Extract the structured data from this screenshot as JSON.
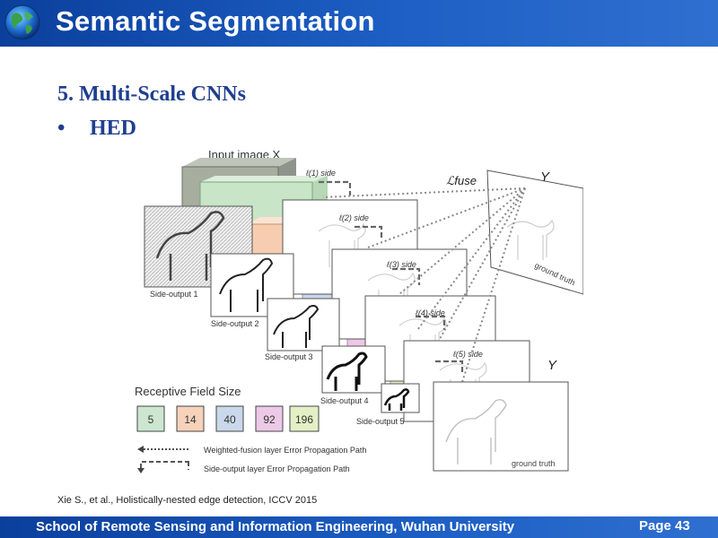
{
  "header": {
    "title": "Semantic Segmentation"
  },
  "section": {
    "heading": "5. Multi-Scale CNNs",
    "bullet": "HED"
  },
  "figure": {
    "input_label": "Input image X",
    "fuse_label": "ℒfuse",
    "y_label_top": "Y",
    "y_label_bottom": "Y",
    "side_losses": [
      "ℓ(1) side",
      "ℓ(2) side",
      "ℓ(3) side",
      "ℓ(4) side",
      "ℓ(5) side"
    ],
    "side_outputs": [
      "Side-output 1",
      "Side-output 2",
      "Side-output 3",
      "Side-output 4",
      "Side-output 5"
    ],
    "ground_truth_top": "ground truth",
    "ground_truth_bottom": "ground truth",
    "receptive_field_title": "Receptive Field Size",
    "receptive_fields": [
      {
        "value": "5",
        "color": "#cde6cf"
      },
      {
        "value": "14",
        "color": "#f6d2bb"
      },
      {
        "value": "40",
        "color": "#c9d8ea"
      },
      {
        "value": "92",
        "color": "#ecc9e6"
      },
      {
        "value": "196",
        "color": "#e3efc5"
      }
    ],
    "legend": {
      "weighted_fusion": "Weighted-fusion layer Error Propagation Path",
      "side_output_path": "Side-output layer Error Propagation Path"
    }
  },
  "citation": "Xie S., et al., Holistically-nested edge detection, ICCV 2015",
  "footer": {
    "school": "School of Remote Sensing and Information Engineering, Wuhan University",
    "page": "Page 43"
  }
}
